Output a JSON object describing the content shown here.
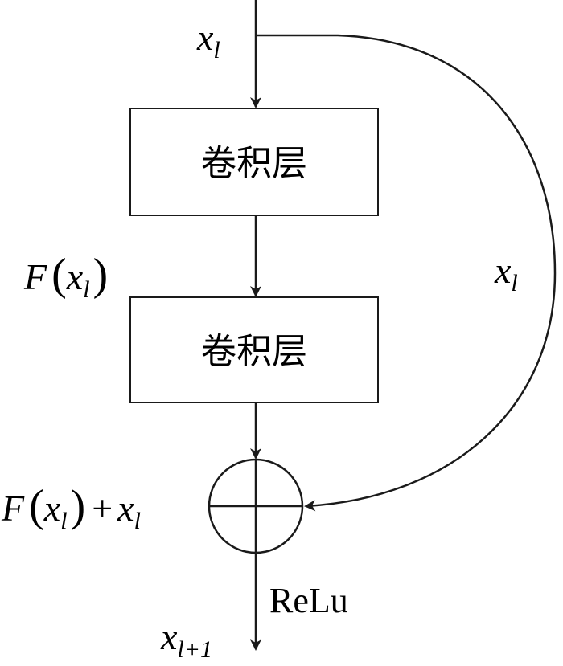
{
  "blocks": [
    {
      "label": "卷积层"
    },
    {
      "label": "卷积层"
    }
  ],
  "labels": {
    "input_x": "x",
    "input_sub": "l",
    "residual_F": "F",
    "residual_x": "x",
    "residual_sub": "l",
    "skip_x": "x",
    "skip_sub": "l",
    "sum_F": "F",
    "sum_x1": "x",
    "sum_sub1": "l",
    "sum_plus": "+",
    "sum_x2": "x",
    "sum_sub2": "l",
    "activation": "ReLu",
    "output_x": "x",
    "output_sub": "l+1"
  },
  "colors": {
    "stroke": "#1a1a1a",
    "background": "#ffffff"
  }
}
